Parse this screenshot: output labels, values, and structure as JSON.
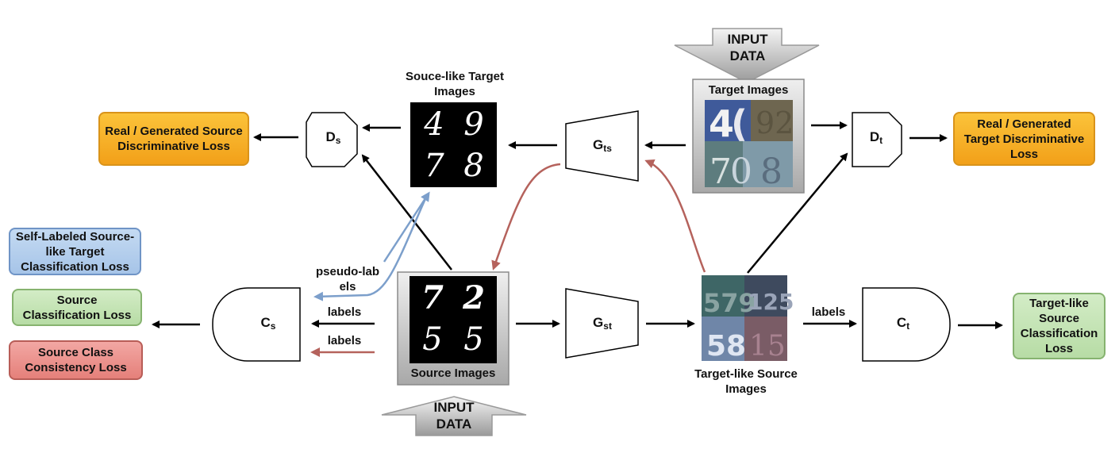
{
  "loss_boxes": {
    "source_disc": "Real / Generated Source Discriminative Loss",
    "target_disc": "Real / Generated Target Discriminative Loss",
    "self_labeled": "Self-Labeled Source-like Target Classification Loss",
    "source_class": "Source Classification Loss",
    "source_consistency": "Source Class Consistency Loss",
    "target_like_class": "Target-like Source Classification Loss"
  },
  "nodes": {
    "d_s": {
      "main": "D",
      "sub": "s"
    },
    "d_t": {
      "main": "D",
      "sub": "t"
    },
    "g_ts": {
      "main": "G",
      "sub": "ts"
    },
    "g_st": {
      "main": "G",
      "sub": "st"
    },
    "c_s": {
      "main": "C",
      "sub": "s"
    },
    "c_t": {
      "main": "C",
      "sub": "t"
    }
  },
  "images": {
    "source_like_target_caption": "Souce-like Target Images",
    "target_images_caption": "Target Images",
    "source_images_caption": "Source Images",
    "target_like_source_caption": "Target-like Source Images",
    "source_like_digits": [
      "4",
      "9",
      "7",
      "8"
    ],
    "source_digits": [
      "7",
      "2",
      "5",
      "5"
    ]
  },
  "input_arrows": {
    "top": "INPUT DATA",
    "bottom": "INPUT DATA"
  },
  "edge_labels": {
    "pseudo_labels": "pseudo-labels",
    "labels_black": "labels",
    "labels_red": "labels",
    "labels_ct": "labels"
  },
  "colors": {
    "black_arrow": "#000000",
    "red_arrow": "#b5625c",
    "blue_arrow": "#7c9fcb",
    "orange_box": "#f5ac24",
    "blue_box": "#b3cdec",
    "green_box": "#c3e3b3",
    "red_box": "#ea8b85"
  }
}
